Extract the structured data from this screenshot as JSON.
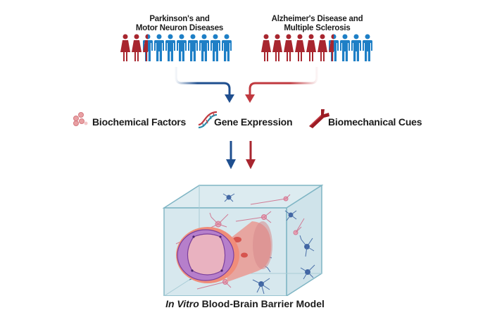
{
  "groups": [
    {
      "title_line1": "Parkinson's and",
      "title_line2": "Motor Neuron Diseases",
      "total_figures": 10,
      "female_fraction": 0.25,
      "male_fraction": 0.75
    },
    {
      "title_line1": "Alzheimer's Disease and",
      "title_line2": "Multiple Sclerosis",
      "total_figures": 10,
      "female_fraction": 0.65,
      "male_fraction": 0.35
    }
  ],
  "factors": [
    {
      "label": "Biochemical Factors",
      "icon": "molecules-icon"
    },
    {
      "label": "Gene Expression",
      "icon": "dna-icon"
    },
    {
      "label": "Biomechanical Cues",
      "icon": "blood-vessel-branch-icon"
    }
  ],
  "model": {
    "caption_italic": "In Vitro",
    "caption_rest": " Blood-Brain Barrier Model"
  },
  "colors": {
    "female": "#a8262f",
    "male": "#1e7fc6",
    "arrow_blue": "#1f4f8f",
    "arrow_red": "#c0393f",
    "cube_fill": "#d4e6ec",
    "cube_edge": "#7fb5c4"
  }
}
